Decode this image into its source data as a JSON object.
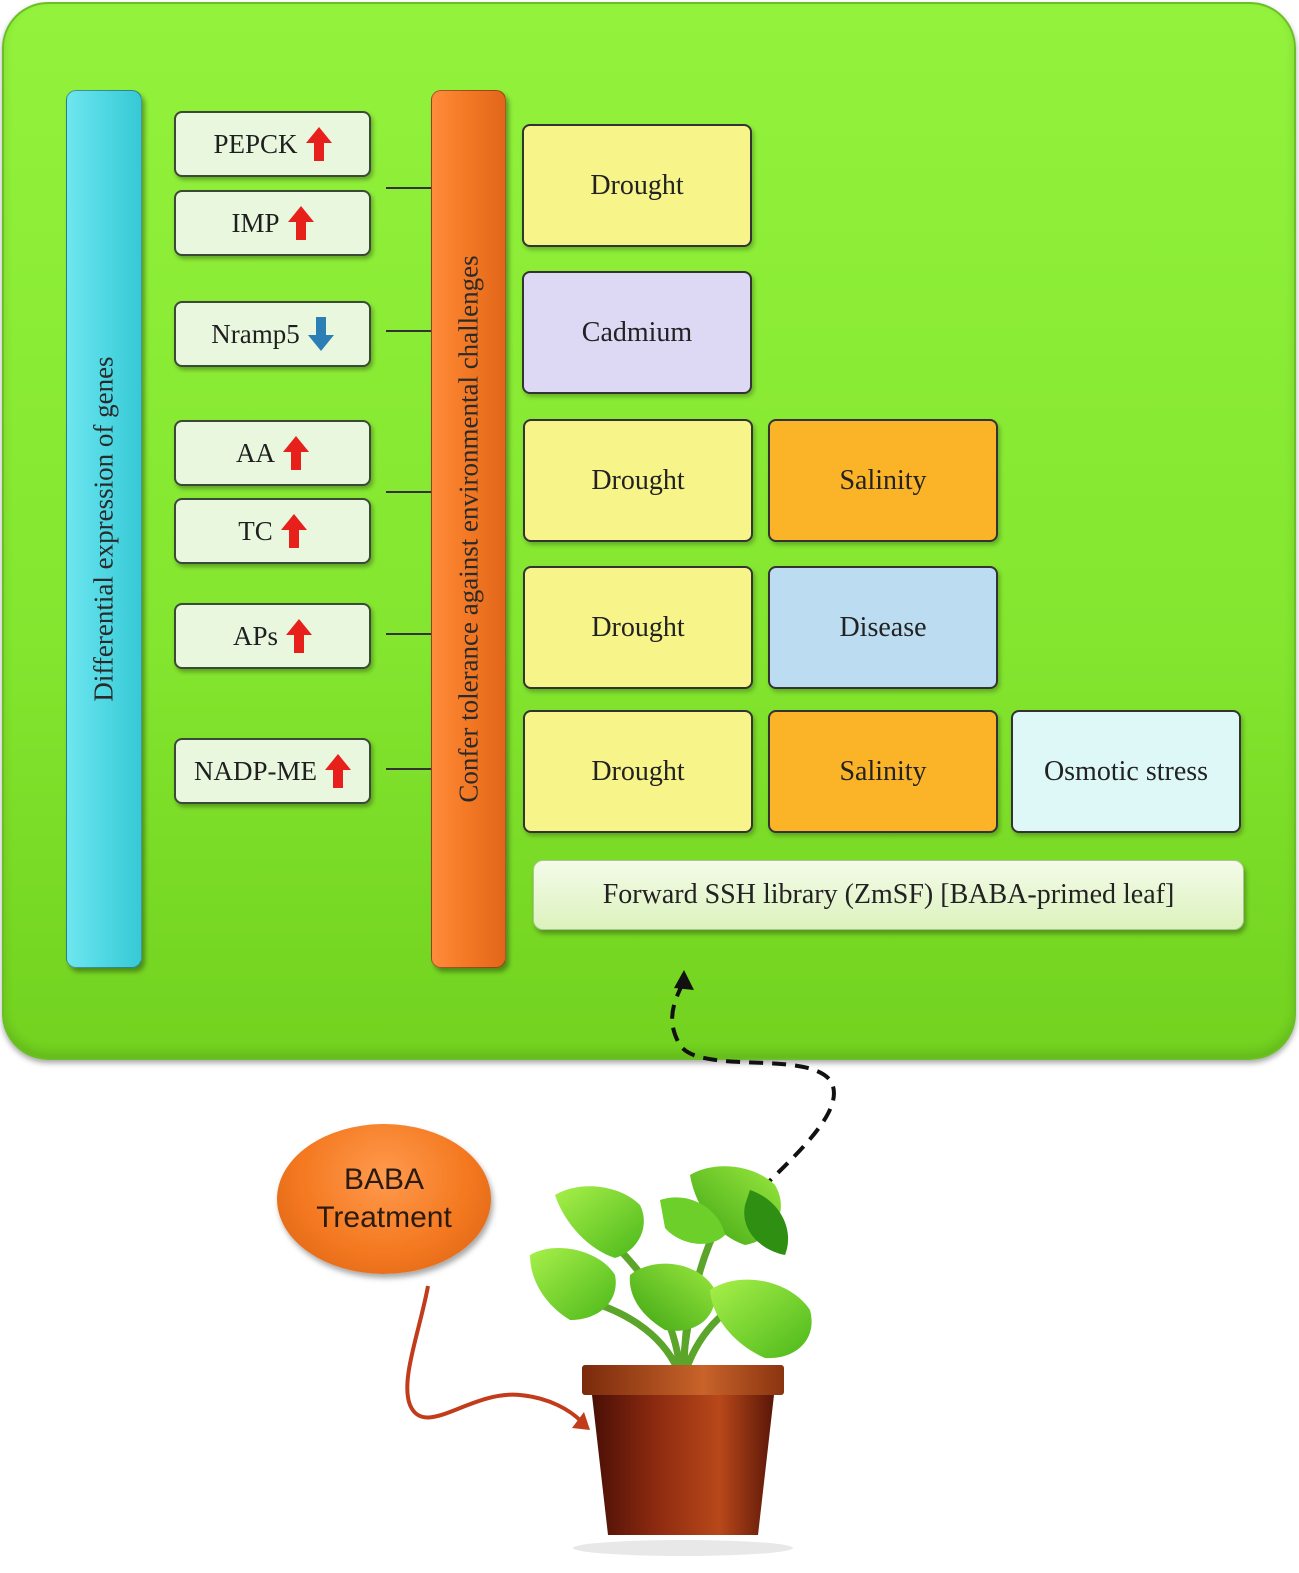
{
  "left_bar": {
    "label": "Differential expression of genes",
    "color": "#55dbe6"
  },
  "middle_bar": {
    "label": "Confer tolerance against environmental challenges",
    "color": "#f47a25"
  },
  "genes": [
    {
      "label": "PEPCK",
      "direction": "up"
    },
    {
      "label": "IMP",
      "direction": "up"
    },
    {
      "label": "Nramp5",
      "direction": "down"
    },
    {
      "label": "AA",
      "direction": "up"
    },
    {
      "label": "TC",
      "direction": "up"
    },
    {
      "label": "APs",
      "direction": "up"
    },
    {
      "label": "NADP-ME",
      "direction": "up"
    }
  ],
  "stress_rows": [
    {
      "items": [
        {
          "label": "Drought",
          "color": "#f7f58a"
        }
      ]
    },
    {
      "items": [
        {
          "label": "Cadmium",
          "color": "#ddd8f4"
        }
      ]
    },
    {
      "items": [
        {
          "label": "Drought",
          "color": "#f7f58a"
        },
        {
          "label": "Salinity",
          "color": "#fbb428"
        }
      ]
    },
    {
      "items": [
        {
          "label": "Drought",
          "color": "#f7f58a"
        },
        {
          "label": "Disease",
          "color": "#bcdcf2"
        }
      ]
    },
    {
      "items": [
        {
          "label": "Drought",
          "color": "#f7f58a"
        },
        {
          "label": "Salinity",
          "color": "#fbb428"
        },
        {
          "label": "Osmotic stress",
          "color": "#def7f7"
        }
      ]
    }
  ],
  "library": {
    "label": "Forward SSH library (ZmSF) [BABA-primed leaf]"
  },
  "treatment": {
    "line1": "BABA",
    "line2": "Treatment"
  },
  "arrow_colors": {
    "up": "#e8201c",
    "down": "#2b7fb5"
  },
  "panel_color": "#84e62f"
}
